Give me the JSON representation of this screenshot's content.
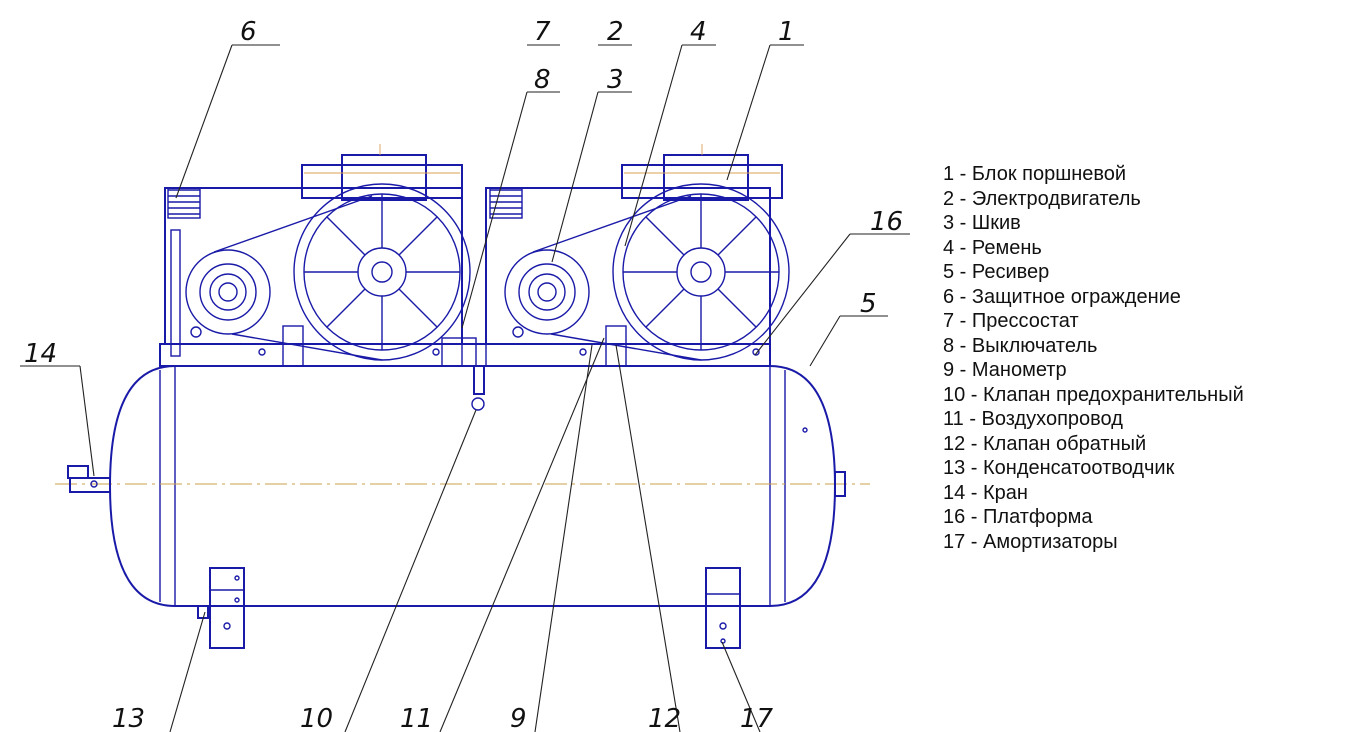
{
  "callouts": {
    "c1": "1",
    "c2": "2",
    "c3": "3",
    "c4": "4",
    "c5": "5",
    "c6": "6",
    "c7": "7",
    "c8": "8",
    "c9": "9",
    "c10": "10",
    "c11": "11",
    "c12": "12",
    "c13": "13",
    "c14": "14",
    "c16": "16",
    "c17": "17"
  },
  "legend": [
    "1 - Блок поршневой",
    "2 - Электродвигатель",
    "3 - Шкив",
    "4 - Ремень",
    "5 - Ресивер",
    "6 - Защитное ограждение",
    "7 - Прессостат",
    "8 - Выключатель",
    "9 - Манометр",
    "10 - Клапан предохранительный",
    "11 - Воздухопровод",
    "12 - Клапан обратный",
    "13 - Конденсатоотводчик",
    "14 - Кран",
    "16 - Платформа",
    "17 - Амортизаторы"
  ]
}
